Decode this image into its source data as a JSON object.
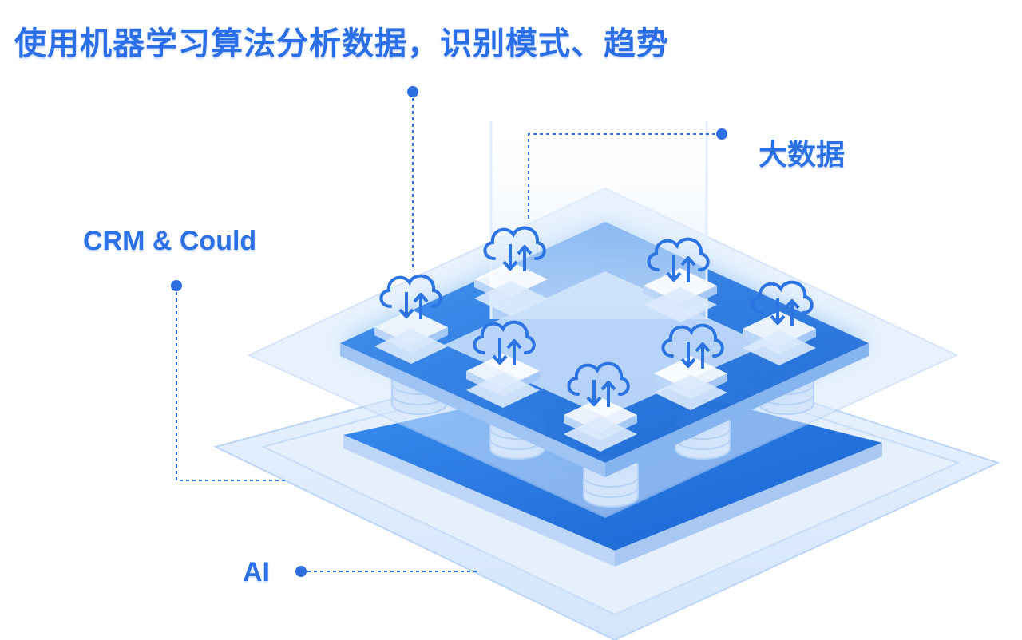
{
  "headline": "使用机器学习算法分析数据，识别模式、趋势",
  "labels": {
    "crm": "CRM & Could",
    "big_data": "大数据",
    "ai": "AI"
  },
  "colors": {
    "accent": "#2a6fe6",
    "platform_dark": "#1f6fd6",
    "platform_light": "#cfe2fb"
  },
  "icons": {
    "cloud": "cloud-sync-icon",
    "database": "database-icon"
  }
}
